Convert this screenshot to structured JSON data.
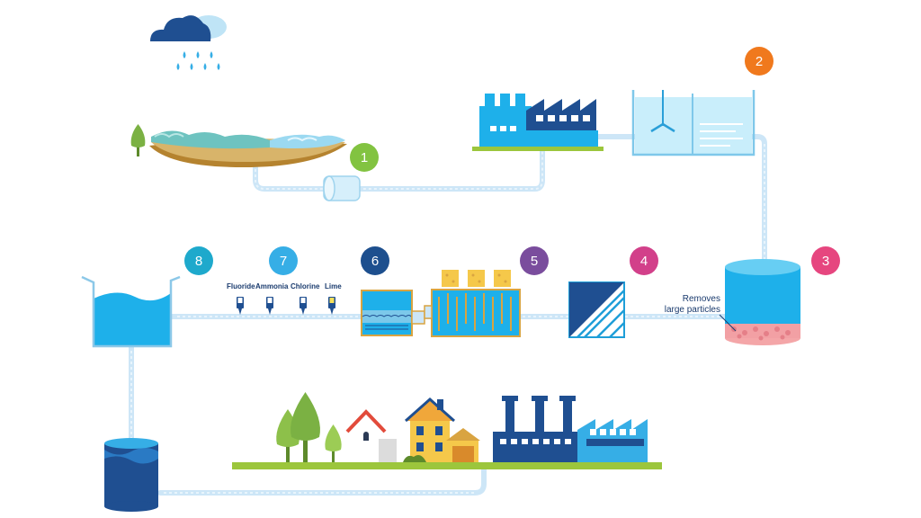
{
  "colors": {
    "pipe": "#cde6f7",
    "water": "#1eb0ea",
    "water_light": "#c9eefb",
    "navy": "#1f4f91",
    "dark_navy": "#143d7a",
    "ground": "#9cc63c"
  },
  "steps": [
    {
      "number": "1",
      "color": "#82c341"
    },
    {
      "number": "2",
      "color": "#f0791d"
    },
    {
      "number": "3",
      "color": "#e6467f"
    },
    {
      "number": "4",
      "color": "#d2408a"
    },
    {
      "number": "5",
      "color": "#7a4d9d"
    },
    {
      "number": "6",
      "color": "#1d4f8e"
    },
    {
      "number": "7",
      "color": "#36aee6"
    },
    {
      "number": "8",
      "color": "#1ea9cc"
    }
  ],
  "chemicals": [
    {
      "name": "Fluoride"
    },
    {
      "name": "Ammonia"
    },
    {
      "name": "Chlorine"
    },
    {
      "name": "Lime"
    }
  ],
  "sedimentation_note": {
    "line1": "Removes",
    "line2": "large particles"
  },
  "icons": [
    "rain-cloud-icon",
    "reservoir-lake-icon",
    "factory-icon",
    "house-icon",
    "tree-icon",
    "water-tower-icon"
  ]
}
